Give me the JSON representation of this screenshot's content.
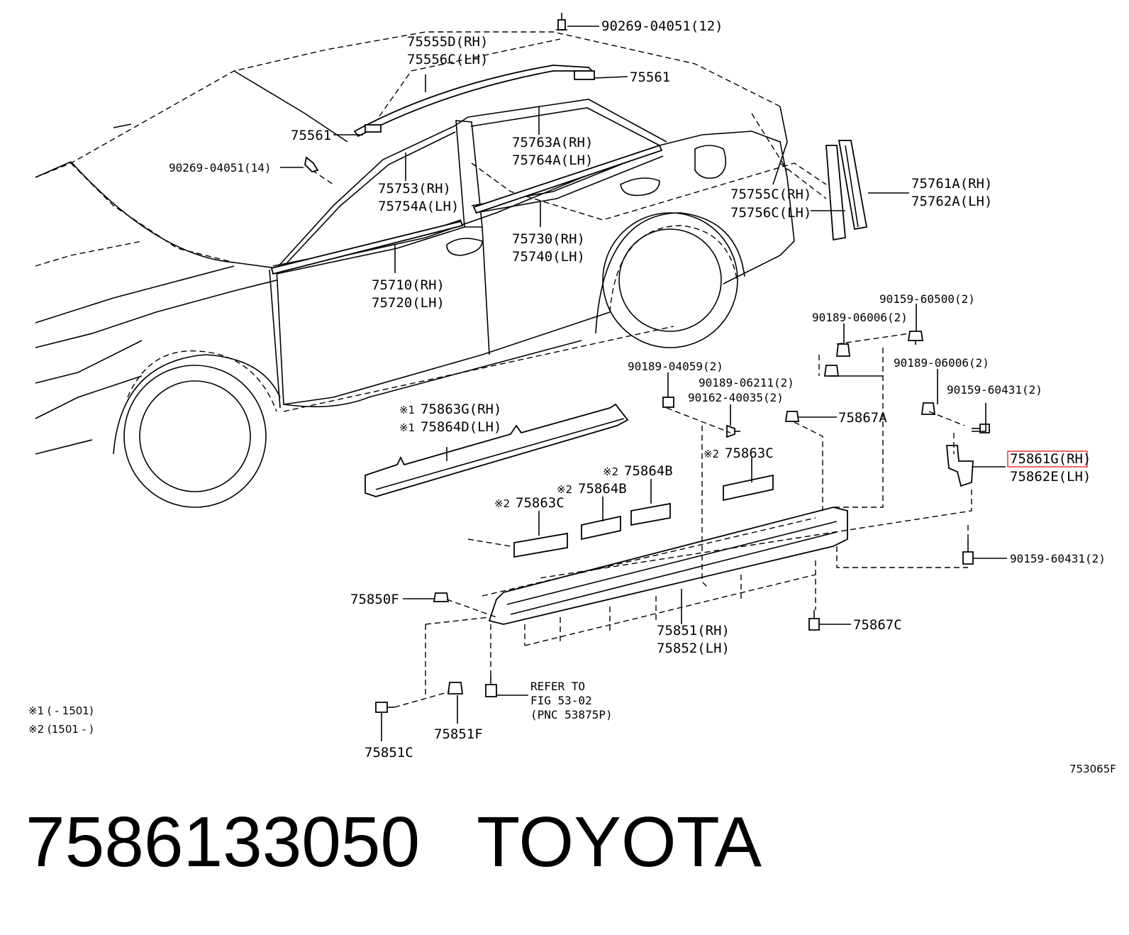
{
  "labels": {
    "l_9026904051_12": "90269-04051(12)",
    "l_75555D": "75555D(RH)",
    "l_75556C": "75556C(LH)",
    "l_75561_top": "75561",
    "l_75561_left": "75561",
    "l_9026904051_14": "90269-04051(14)",
    "l_75763A": "75763A(RH)",
    "l_75764A": "75764A(LH)",
    "l_75753": "75753(RH)",
    "l_75754A": "75754A(LH)",
    "l_75755C": "75755C(RH)",
    "l_75756C": "75756C(LH)",
    "l_75761A": "75761A(RH)",
    "l_75762A": "75762A(LH)",
    "l_75730": "75730(RH)",
    "l_75740": "75740(LH)",
    "l_75710": "75710(RH)",
    "l_75720": "75720(LH)",
    "l_9015960500": "90159-60500(2)",
    "l_9018906006_a": "90189-06006(2)",
    "l_9018906006_b": "90189-06006(2)",
    "l_9018904059": "90189-04059(2)",
    "l_9018906211": "90189-06211(2)",
    "l_9016240035": "90162-40035(2)",
    "l_9015960431_a": "90159-60431(2)",
    "l_9015960431_b": "90159-60431(2)",
    "l_75867A": "75867A",
    "l_75863G": "75863G(RH)",
    "l_75864D": "75864D(LH)",
    "l_75861G": "75861G(RH)",
    "l_75862E": "75862E(LH)",
    "l_75863C_right": "75863C",
    "l_75864B_a": "75864B",
    "l_75864B_b": "75864B",
    "l_75863C_left": "75863C",
    "l_75850F": "75850F",
    "l_75851": "75851(RH)",
    "l_75852": "75852(LH)",
    "l_75867C": "75867C",
    "l_refer1": "REFER TO",
    "l_refer2": "FIG 53-02",
    "l_refer3": "(PNC 53875P)",
    "l_75851F": "75851F",
    "l_75851C": "75851C"
  },
  "marks": {
    "m1_a": "※1",
    "m1_b": "※1",
    "m2_a": "※2",
    "m2_b": "※2",
    "m2_c": "※2",
    "m2_d": "※2"
  },
  "notes": {
    "note1": "※1 (      - 1501)",
    "note2": "※2 (1501 -      )"
  },
  "figure_code": "753065F",
  "caption": {
    "part_number": "7586133050",
    "brand": "TOYOTA"
  },
  "highlight_color": "#e53935"
}
